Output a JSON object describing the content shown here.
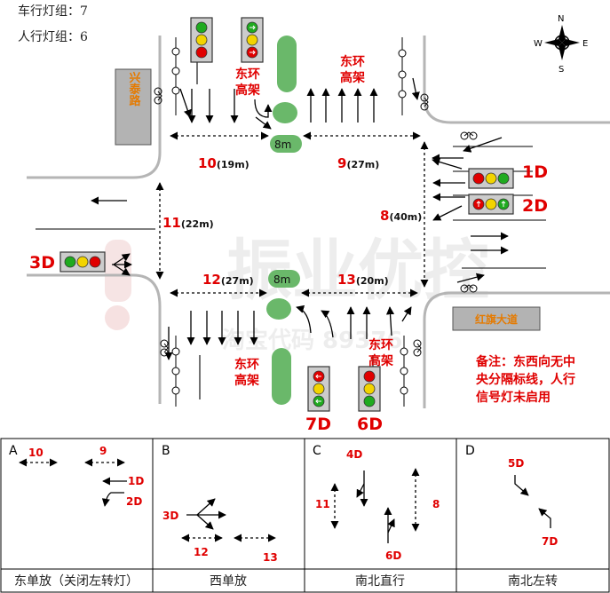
{
  "info": {
    "vehicle_groups": "车行灯组：7",
    "ped_groups": "人行灯组：6"
  },
  "compass": {
    "n": "N",
    "s": "S",
    "e": "E",
    "w": "W"
  },
  "watermark": {
    "text": "振业优控",
    "sub": "淘宝代码 89376"
  },
  "roads": {
    "xingtai": "兴泰路",
    "hongqi": "红旗大道",
    "donghuan_top_left": "东环高架",
    "donghuan_top_right": "东环高架",
    "donghuan_bottom_left": "东环高架",
    "donghuan_bottom_right": "东环高架"
  },
  "groups": {
    "g1": "1D",
    "g2": "2D",
    "g3": "3D",
    "g6": "6D",
    "g7": "7D"
  },
  "crossings": {
    "c10": {
      "num": "10",
      "len": "(19m)"
    },
    "c9": {
      "num": "9",
      "len": "(27m)"
    },
    "c11": {
      "num": "11",
      "len": "(22m)"
    },
    "c8": {
      "num": "8",
      "len": "(40m)"
    },
    "c12": {
      "num": "12",
      "len": "(27m)"
    },
    "c13": {
      "num": "13",
      "len": "(20m)"
    }
  },
  "median": {
    "top": "8m",
    "bottom": "8m"
  },
  "note": {
    "line1": "备注：东西向无中",
    "line2": "央分隔标线，人行",
    "line3": "信号灯未启用"
  },
  "panels": [
    {
      "letter": "A",
      "caption": "东单放（关闭左转灯）"
    },
    {
      "letter": "B",
      "caption": "西单放"
    },
    {
      "letter": "C",
      "caption": "南北直行"
    },
    {
      "letter": "D",
      "caption": "南北左转"
    }
  ],
  "panel_labels": {
    "a10": "10",
    "a9": "9",
    "a1d": "1D",
    "a2d": "2D",
    "b3d": "3D",
    "b12": "12",
    "b13": "13",
    "c4d": "4D",
    "c11": "11",
    "c8": "8",
    "c6d": "6D",
    "d5d": "5D",
    "d7d": "7D"
  },
  "colors": {
    "red_text": "#e00000",
    "road_name": "#e57a00",
    "median": "#6ab86a",
    "signal_red": "#e00000",
    "signal_yellow": "#f2d400",
    "signal_green": "#1faa1f"
  }
}
